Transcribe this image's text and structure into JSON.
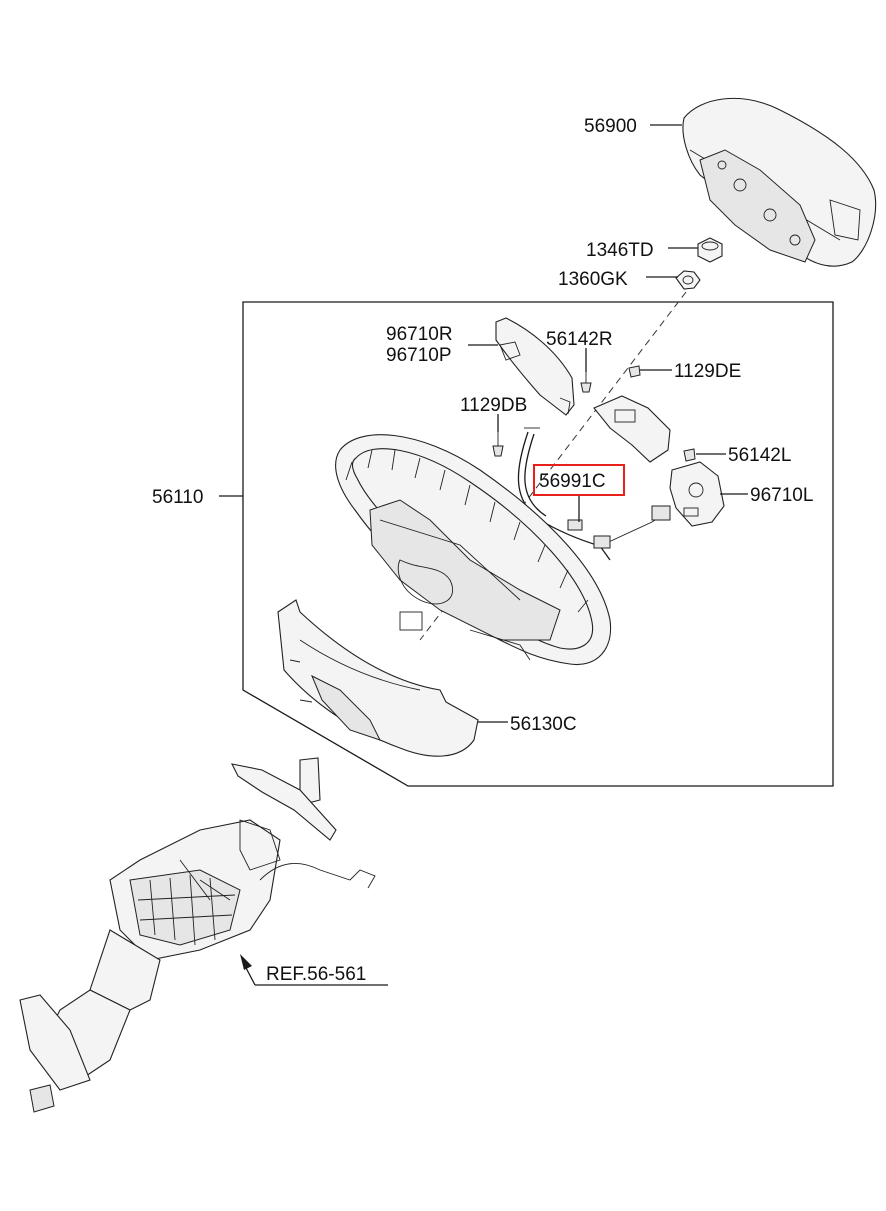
{
  "callouts": {
    "p56900": "56900",
    "p1346td": "1346TD",
    "p1360gk": "1360GK",
    "p96710r": "96710R",
    "p96710p": "96710P",
    "p56142r": "56142R",
    "p1129de": "1129DE",
    "p1129db": "1129DB",
    "p56142l": "56142L",
    "p56991c": "56991C",
    "p96710l": "96710L",
    "p56110": "56110",
    "p56130c": "56130C",
    "ref": "REF.56-561"
  },
  "colors": {
    "highlight": "#e8201c",
    "line": "#1a1a1a"
  }
}
